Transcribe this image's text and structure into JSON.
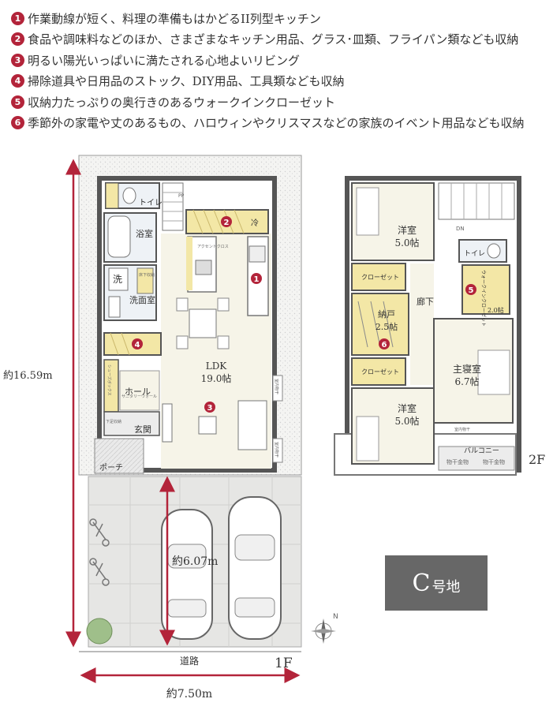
{
  "notes": [
    {
      "num": "1",
      "text": "作業動線が短く、料理の準備もはかどるII列型キッチン"
    },
    {
      "num": "2",
      "text": "食品や調味料などのほか、さまざまなキッチン用品、グラス･皿類、フライパン類なども収納"
    },
    {
      "num": "3",
      "text": "明るい陽光いっぱいに満たされる心地よいリビング"
    },
    {
      "num": "4",
      "text": "掃除道具や日用品のストック、DIY用品、工具類なども収納"
    },
    {
      "num": "5",
      "text": "収納力たっぷりの奥行きのあるウォークインクローゼット"
    },
    {
      "num": "6",
      "text": "季節外の家電や丈のあるもの、ハロウィンやクリスマスなどの家族のイベント用品なども収納"
    }
  ],
  "floor1": {
    "label": "1F",
    "rooms": {
      "toilet": "トイレ",
      "bath": "浴室",
      "wash": "洗",
      "washroom": "洗面室",
      "ldk": "LDK",
      "ldk_size": "19.0帖",
      "hall": "ホール",
      "entrance": "玄関",
      "porch": "ポーチ",
      "shoebox": "シューズボックス",
      "fridge": "冷",
      "accent_cross": "アクセントクロス",
      "floor_storage": "床下収納",
      "sanitary": "サニタリーウォール",
      "shoe_closet": "下足収納",
      "tv_outlet": "室内物干",
      "built_in": "室内物干",
      "pp": "PP"
    },
    "road": "道路",
    "width_dim": "約7.50m",
    "depth_dim": "約16.59m",
    "parking_dim": "約6.07m"
  },
  "floor2": {
    "label": "2F",
    "rooms": {
      "western1": "洋室",
      "western1_size": "5.0帖",
      "western2": "洋室",
      "western2_size": "5.0帖",
      "closet1": "クローゼット",
      "closet2": "クローゼット",
      "storage": "納戸",
      "storage_size": "2.5帖",
      "hallway": "廊下",
      "master": "主寝室",
      "master_size": "6.7帖",
      "walkin": "ウォークインクローゼット",
      "walkin_size": "2.0帖",
      "toilet": "トイレ",
      "balcony": "バルコニー",
      "hanger1": "物干金物",
      "hanger2": "物干金物",
      "dn": "DN",
      "indoor_dry": "室内物干"
    }
  },
  "lot": {
    "name": "C",
    "suffix": "号地"
  },
  "compass": "N",
  "colors": {
    "accent": "#b3243a",
    "storage": "#f3e7a6",
    "wall": "#555555",
    "floor": "#f6f4e8"
  }
}
